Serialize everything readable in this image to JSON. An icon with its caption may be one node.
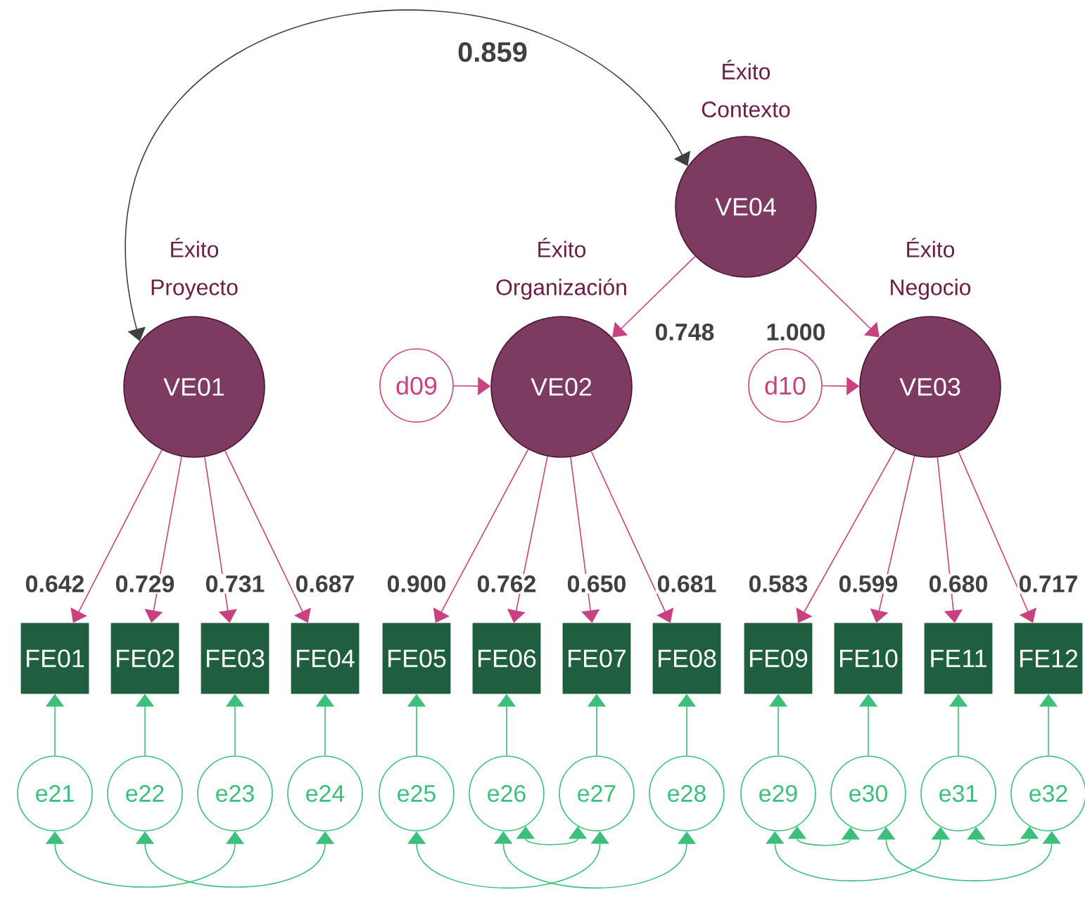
{
  "diagram": {
    "nodes": [
      {
        "text": [
          "Éxito Contexto",
          "VE04"
        ]
      },
      {
        "text": [
          "Éxito Proyecto",
          "VE01"
        ]
      },
      {
        "text": [
          "d09"
        ]
      },
      {
        "text": [
          "Éxito Organización",
          "VE02"
        ]
      },
      {
        "text": [
          "d10"
        ]
      },
      {
        "text": [
          "Éxito Negocio",
          "VE03"
        ]
      },
      {
        "text": [
          "FE01"
        ]
      },
      {
        "text": [
          "FE02"
        ]
      },
      {
        "text": [
          "FE03"
        ]
      },
      {
        "text": [
          "FE04"
        ]
      },
      {
        "text": [
          "FE05"
        ]
      },
      {
        "text": [
          "FE06"
        ]
      },
      {
        "text": [
          "FE07"
        ]
      },
      {
        "text": [
          "FE08"
        ]
      },
      {
        "text": [
          "FE09"
        ]
      },
      {
        "text": [
          "FE10"
        ]
      },
      {
        "text": [
          "FE11"
        ]
      },
      {
        "text": [
          "FE12"
        ]
      },
      {
        "text": [
          "e21"
        ]
      },
      {
        "text": [
          "e22"
        ]
      },
      {
        "text": [
          "e23"
        ]
      },
      {
        "text": [
          "e24"
        ]
      },
      {
        "text": [
          "e25"
        ]
      },
      {
        "text": [
          "e26"
        ]
      },
      {
        "text": [
          "e27"
        ]
      },
      {
        "text": [
          "e28"
        ]
      },
      {
        "text": [
          "e29"
        ]
      },
      {
        "text": [
          "e30"
        ]
      },
      {
        "text": [
          "e31"
        ]
      },
      {
        "text": [
          "e32"
        ]
      }
    ],
    "edges": [
      {
        "from": 1,
        "to": 0,
        "arrow": "both",
        "label": "0.859",
        "color": "#404040"
      },
      {
        "from": 0,
        "to": 3,
        "arrow": "to",
        "label": "0.748",
        "color": "#c8427f"
      },
      {
        "from": 0,
        "to": 5,
        "arrow": "to",
        "label": "1.000",
        "color": "#c8427f"
      },
      {
        "from": 2,
        "to": 3,
        "arrow": "to",
        "color": "#c8427f"
      },
      {
        "from": 4,
        "to": 5,
        "arrow": "to",
        "color": "#c8427f"
      },
      {
        "from": 1,
        "to": 6,
        "arrow": "to",
        "label": "0.642",
        "color": "#c8427f"
      },
      {
        "from": 1,
        "to": 7,
        "arrow": "to",
        "label": "0.729",
        "color": "#c8427f"
      },
      {
        "from": 1,
        "to": 8,
        "arrow": "to",
        "label": "0.731",
        "color": "#c8427f"
      },
      {
        "from": 1,
        "to": 9,
        "arrow": "to",
        "label": "0.687",
        "color": "#c8427f"
      },
      {
        "from": 3,
        "to": 10,
        "arrow": "to",
        "label": "0.900",
        "color": "#c8427f"
      },
      {
        "from": 3,
        "to": 11,
        "arrow": "to",
        "label": "0.762",
        "color": "#c8427f"
      },
      {
        "from": 3,
        "to": 12,
        "arrow": "to",
        "label": "0.650",
        "color": "#c8427f"
      },
      {
        "from": 3,
        "to": 13,
        "arrow": "to",
        "label": "0.681",
        "color": "#c8427f"
      },
      {
        "from": 5,
        "to": 14,
        "arrow": "to",
        "label": "0.583",
        "color": "#c8427f"
      },
      {
        "from": 5,
        "to": 15,
        "arrow": "to",
        "label": "0.599",
        "color": "#c8427f"
      },
      {
        "from": 5,
        "to": 16,
        "arrow": "to",
        "label": "0.680",
        "color": "#c8427f"
      },
      {
        "from": 5,
        "to": 17,
        "arrow": "to",
        "label": "0.717",
        "color": "#c8427f"
      },
      {
        "from": 18,
        "to": 6,
        "arrow": "to"
      },
      {
        "from": 19,
        "to": 7,
        "arrow": "to"
      },
      {
        "from": 20,
        "to": 8,
        "arrow": "to"
      },
      {
        "from": 21,
        "to": 9,
        "arrow": "to"
      },
      {
        "from": 22,
        "to": 10,
        "arrow": "to"
      },
      {
        "from": 23,
        "to": 11,
        "arrow": "to"
      },
      {
        "from": 24,
        "to": 12,
        "arrow": "to"
      },
      {
        "from": 25,
        "to": 13,
        "arrow": "to"
      },
      {
        "from": 26,
        "to": 14,
        "arrow": "to"
      },
      {
        "from": 27,
        "to": 15,
        "arrow": "to"
      },
      {
        "from": 28,
        "to": 16,
        "arrow": "to"
      },
      {
        "from": 29,
        "to": 17,
        "arrow": "to"
      },
      {
        "from": 18,
        "to": 20,
        "arrow": "both"
      },
      {
        "from": 19,
        "to": 21,
        "arrow": "both"
      },
      {
        "from": 22,
        "to": 24,
        "arrow": "both"
      },
      {
        "from": 23,
        "to": 24,
        "arrow": "both"
      },
      {
        "from": 23,
        "to": 25,
        "arrow": "both"
      },
      {
        "from": 26,
        "to": 27,
        "arrow": "both"
      },
      {
        "from": 26,
        "to": 28,
        "arrow": "both"
      },
      {
        "from": 27,
        "to": 29,
        "arrow": "both"
      },
      {
        "from": 28,
        "to": 29,
        "arrow": "both"
      }
    ]
  }
}
